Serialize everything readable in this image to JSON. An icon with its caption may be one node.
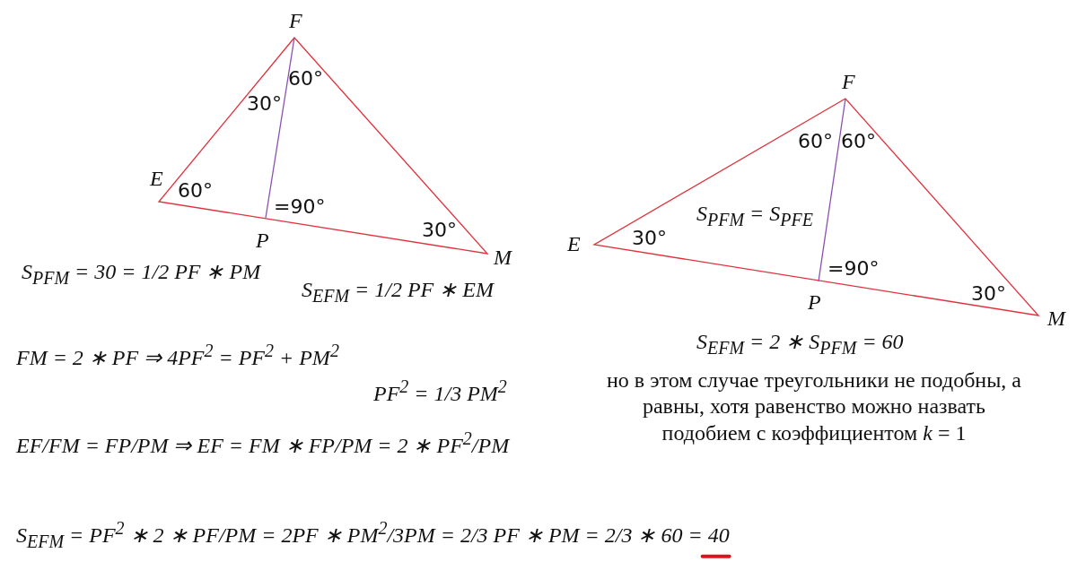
{
  "diagram": {
    "labels": [
      "F",
      "60°",
      "30°",
      "E",
      "60°",
      "=90°",
      "P",
      "30°",
      "M",
      "F",
      "60°",
      "60°",
      "S$_{PFM}$ = S$_{PFE}$",
      "E",
      "30°",
      "=90°",
      "P",
      "30°",
      "M",
      "S$_{PFM}$ = 30 = 1/2 PF ∗ PM",
      "S$_{EFM}$ = 1/2 PF ∗ EM",
      "FM = 2 ∗ PF ⇒ 4PF$^{2}$ = PF$^{2}$ + PM$^{2}$",
      "PF$^{2}$ = 1/3 PM$^{2}$",
      "S$_{EFM}$ = 2 ∗ S$_{PFM}$ = 60",
      "но в этом случае треугольники не подобны, а равны, хотя равенство можно назвать подобием с коэффициентом *k* = 1",
      "EF/FM = FP/PM ⇒ EF = FM ∗ FP/PM = 2 ∗ PF$^{2}$/PM",
      "S$_{EFM}$ = PF$^{2}$ ∗ 2 ∗ PF/PM = 2PF ∗ PM$^{2}$/3PM = 2/3 PF ∗ PM = 2/3 ∗ 60 = 40"
    ]
  }
}
